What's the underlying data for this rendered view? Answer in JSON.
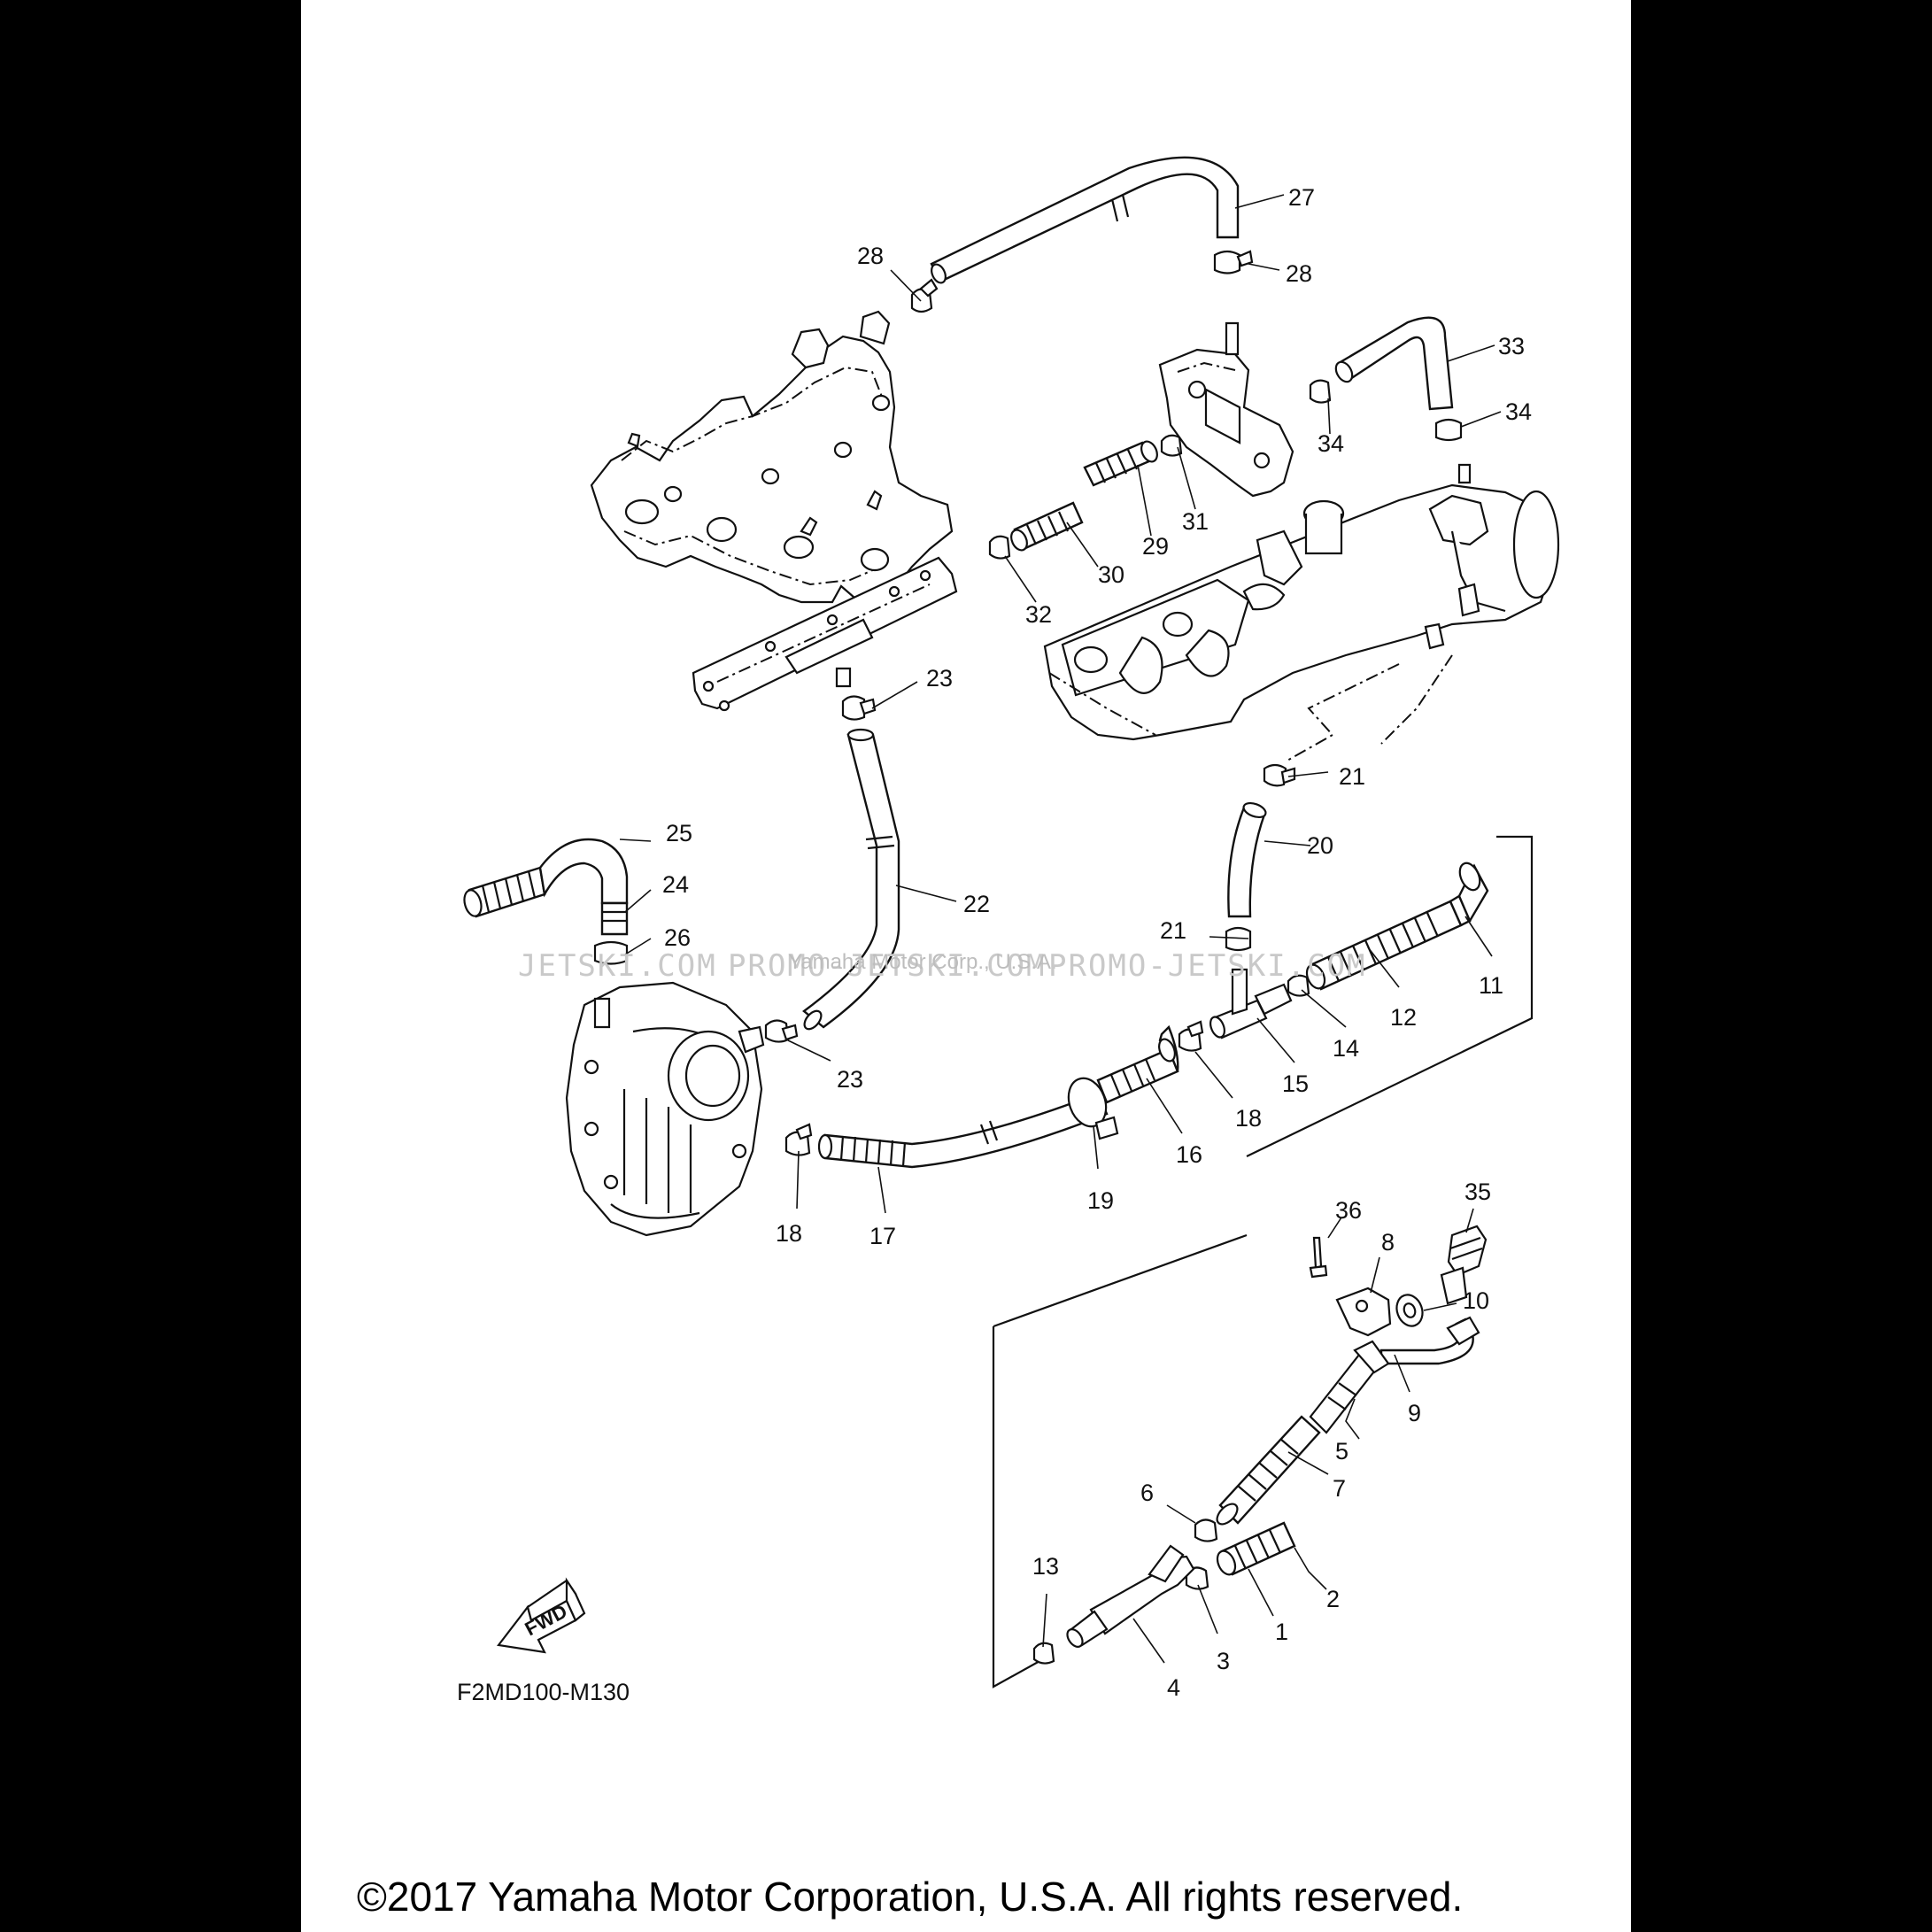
{
  "diagram": {
    "drawing_code": "F2MD100-M130",
    "fwd_label": "FWD",
    "watermarks": [
      "JETSKI.COM",
      "PROMO-JETSKI.COM",
      "Yamaha Motor Corp., U.S.A.",
      "PROMO-JETSKI.COM"
    ],
    "footer": "©2017 Yamaha Motor Corporation, U.S.A. All rights reserved.",
    "callouts": [
      {
        "id": "c27",
        "text": "27"
      },
      {
        "id": "c28a",
        "text": "28"
      },
      {
        "id": "c28b",
        "text": "28"
      },
      {
        "id": "c33",
        "text": "33"
      },
      {
        "id": "c34a",
        "text": "34"
      },
      {
        "id": "c34b",
        "text": "34"
      },
      {
        "id": "c31",
        "text": "31"
      },
      {
        "id": "c29",
        "text": "29"
      },
      {
        "id": "c30",
        "text": "30"
      },
      {
        "id": "c32",
        "text": "32"
      },
      {
        "id": "c23a",
        "text": "23"
      },
      {
        "id": "c21a",
        "text": "21"
      },
      {
        "id": "c20",
        "text": "20"
      },
      {
        "id": "c25",
        "text": "25"
      },
      {
        "id": "c24",
        "text": "24"
      },
      {
        "id": "c26",
        "text": "26"
      },
      {
        "id": "c22",
        "text": "22"
      },
      {
        "id": "c21b",
        "text": "21"
      },
      {
        "id": "c11",
        "text": "11"
      },
      {
        "id": "c12",
        "text": "12"
      },
      {
        "id": "c14",
        "text": "14"
      },
      {
        "id": "c15",
        "text": "15"
      },
      {
        "id": "c23b",
        "text": "23"
      },
      {
        "id": "c18a",
        "text": "18"
      },
      {
        "id": "c16",
        "text": "16"
      },
      {
        "id": "c19",
        "text": "19"
      },
      {
        "id": "c17",
        "text": "17"
      },
      {
        "id": "c18b",
        "text": "18"
      },
      {
        "id": "c36",
        "text": "36"
      },
      {
        "id": "c35",
        "text": "35"
      },
      {
        "id": "c8",
        "text": "8"
      },
      {
        "id": "c10",
        "text": "10"
      },
      {
        "id": "c9",
        "text": "9"
      },
      {
        "id": "c5",
        "text": "5"
      },
      {
        "id": "c7",
        "text": "7"
      },
      {
        "id": "c6",
        "text": "6"
      },
      {
        "id": "c13",
        "text": "13"
      },
      {
        "id": "c2",
        "text": "2"
      },
      {
        "id": "c1",
        "text": "1"
      },
      {
        "id": "c3",
        "text": "3"
      },
      {
        "id": "c4",
        "text": "4"
      }
    ]
  }
}
